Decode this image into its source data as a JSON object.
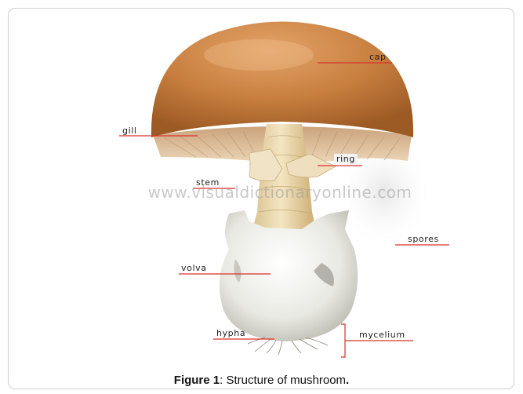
{
  "diagram": {
    "labels": {
      "cap": "cap",
      "gill": "gill",
      "ring": "ring",
      "stem": "stem",
      "spores": "spores",
      "volva": "volva",
      "hypha": "hypha",
      "mycelium": "mycelium"
    },
    "watermark": "www.visualdictionaryonline.com",
    "accent_color": "#d9302b"
  },
  "caption": {
    "figure": "Figure 1",
    "sep": ": ",
    "text": "Structure of mushroom",
    "end": "."
  }
}
